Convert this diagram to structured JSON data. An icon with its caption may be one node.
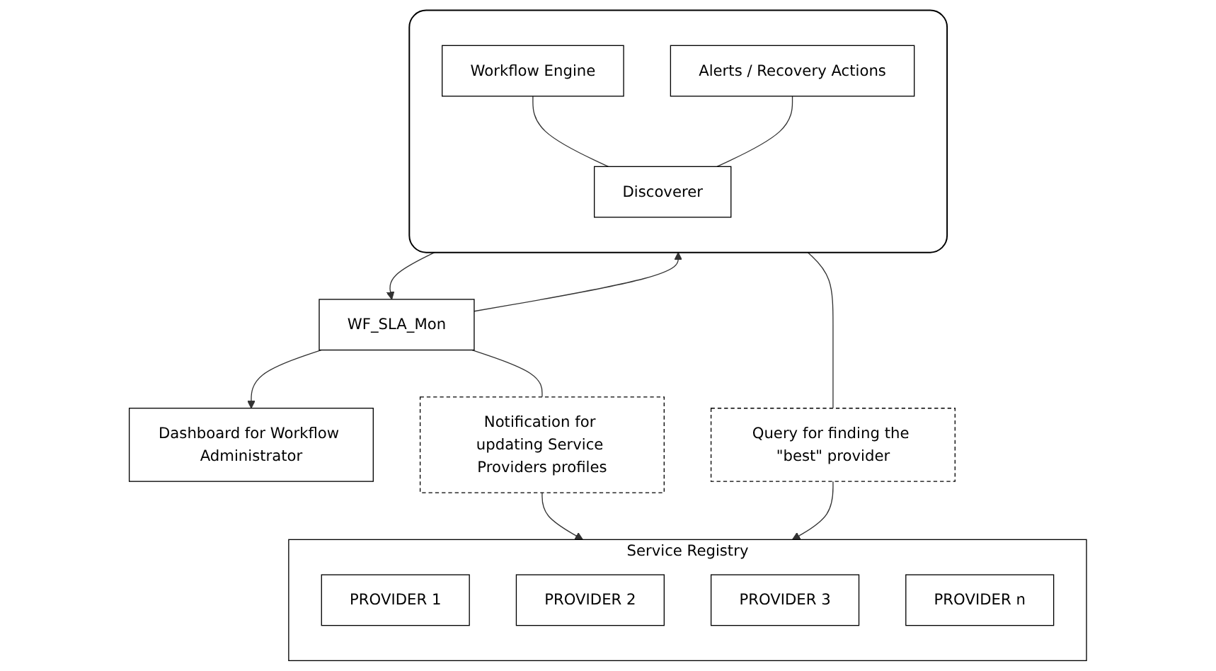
{
  "diagram": {
    "nodes": [
      {
        "text": [
          "Dashboard for Workflow Administrator"
        ]
      },
      {
        "text": [
          "WF_SLA_Mon"
        ]
      },
      {
        "text": [
          "Notification for updating Service Providers profiles"
        ]
      },
      {
        "text": [
          "Service Registry"
        ]
      },
      {
        "text": [
          "PROVIDER 1"
        ],
        "in": 3
      },
      {
        "text": [
          "PROVIDER 2"
        ],
        "in": 3
      },
      {
        "text": [
          "PROVIDER 3"
        ],
        "in": 3
      },
      {
        "text": [
          "PROVIDER n"
        ],
        "in": 3
      },
      {
        "text": [
          "Query for finding the \"best\" provider"
        ]
      },
      {
        "text": [],
        "shape": "box"
      },
      {
        "text": [
          "Workflow Engine"
        ],
        "in": 9
      },
      {
        "text": [
          "Alerts / Recovery Actions"
        ],
        "in": 9
      },
      {
        "text": [
          "Discoverer"
        ],
        "in": 9
      }
    ],
    "edges": [
      {
        "from": 1,
        "to": 0,
        "arrow": "to"
      },
      {
        "from": 1,
        "to": 2,
        "arrow": "none"
      },
      {
        "from": 2,
        "to": 3,
        "arrow": "to"
      },
      {
        "from": 9,
        "to": 1,
        "arrow": "to"
      },
      {
        "from": 1,
        "to": 9,
        "arrow": "to"
      },
      {
        "from": 9,
        "to": 8,
        "arrow": "none"
      },
      {
        "from": 8,
        "to": 3,
        "arrow": "to"
      },
      {
        "from": 10,
        "to": 12,
        "arrow": "none"
      },
      {
        "from": 11,
        "to": 12,
        "arrow": "none"
      }
    ]
  }
}
